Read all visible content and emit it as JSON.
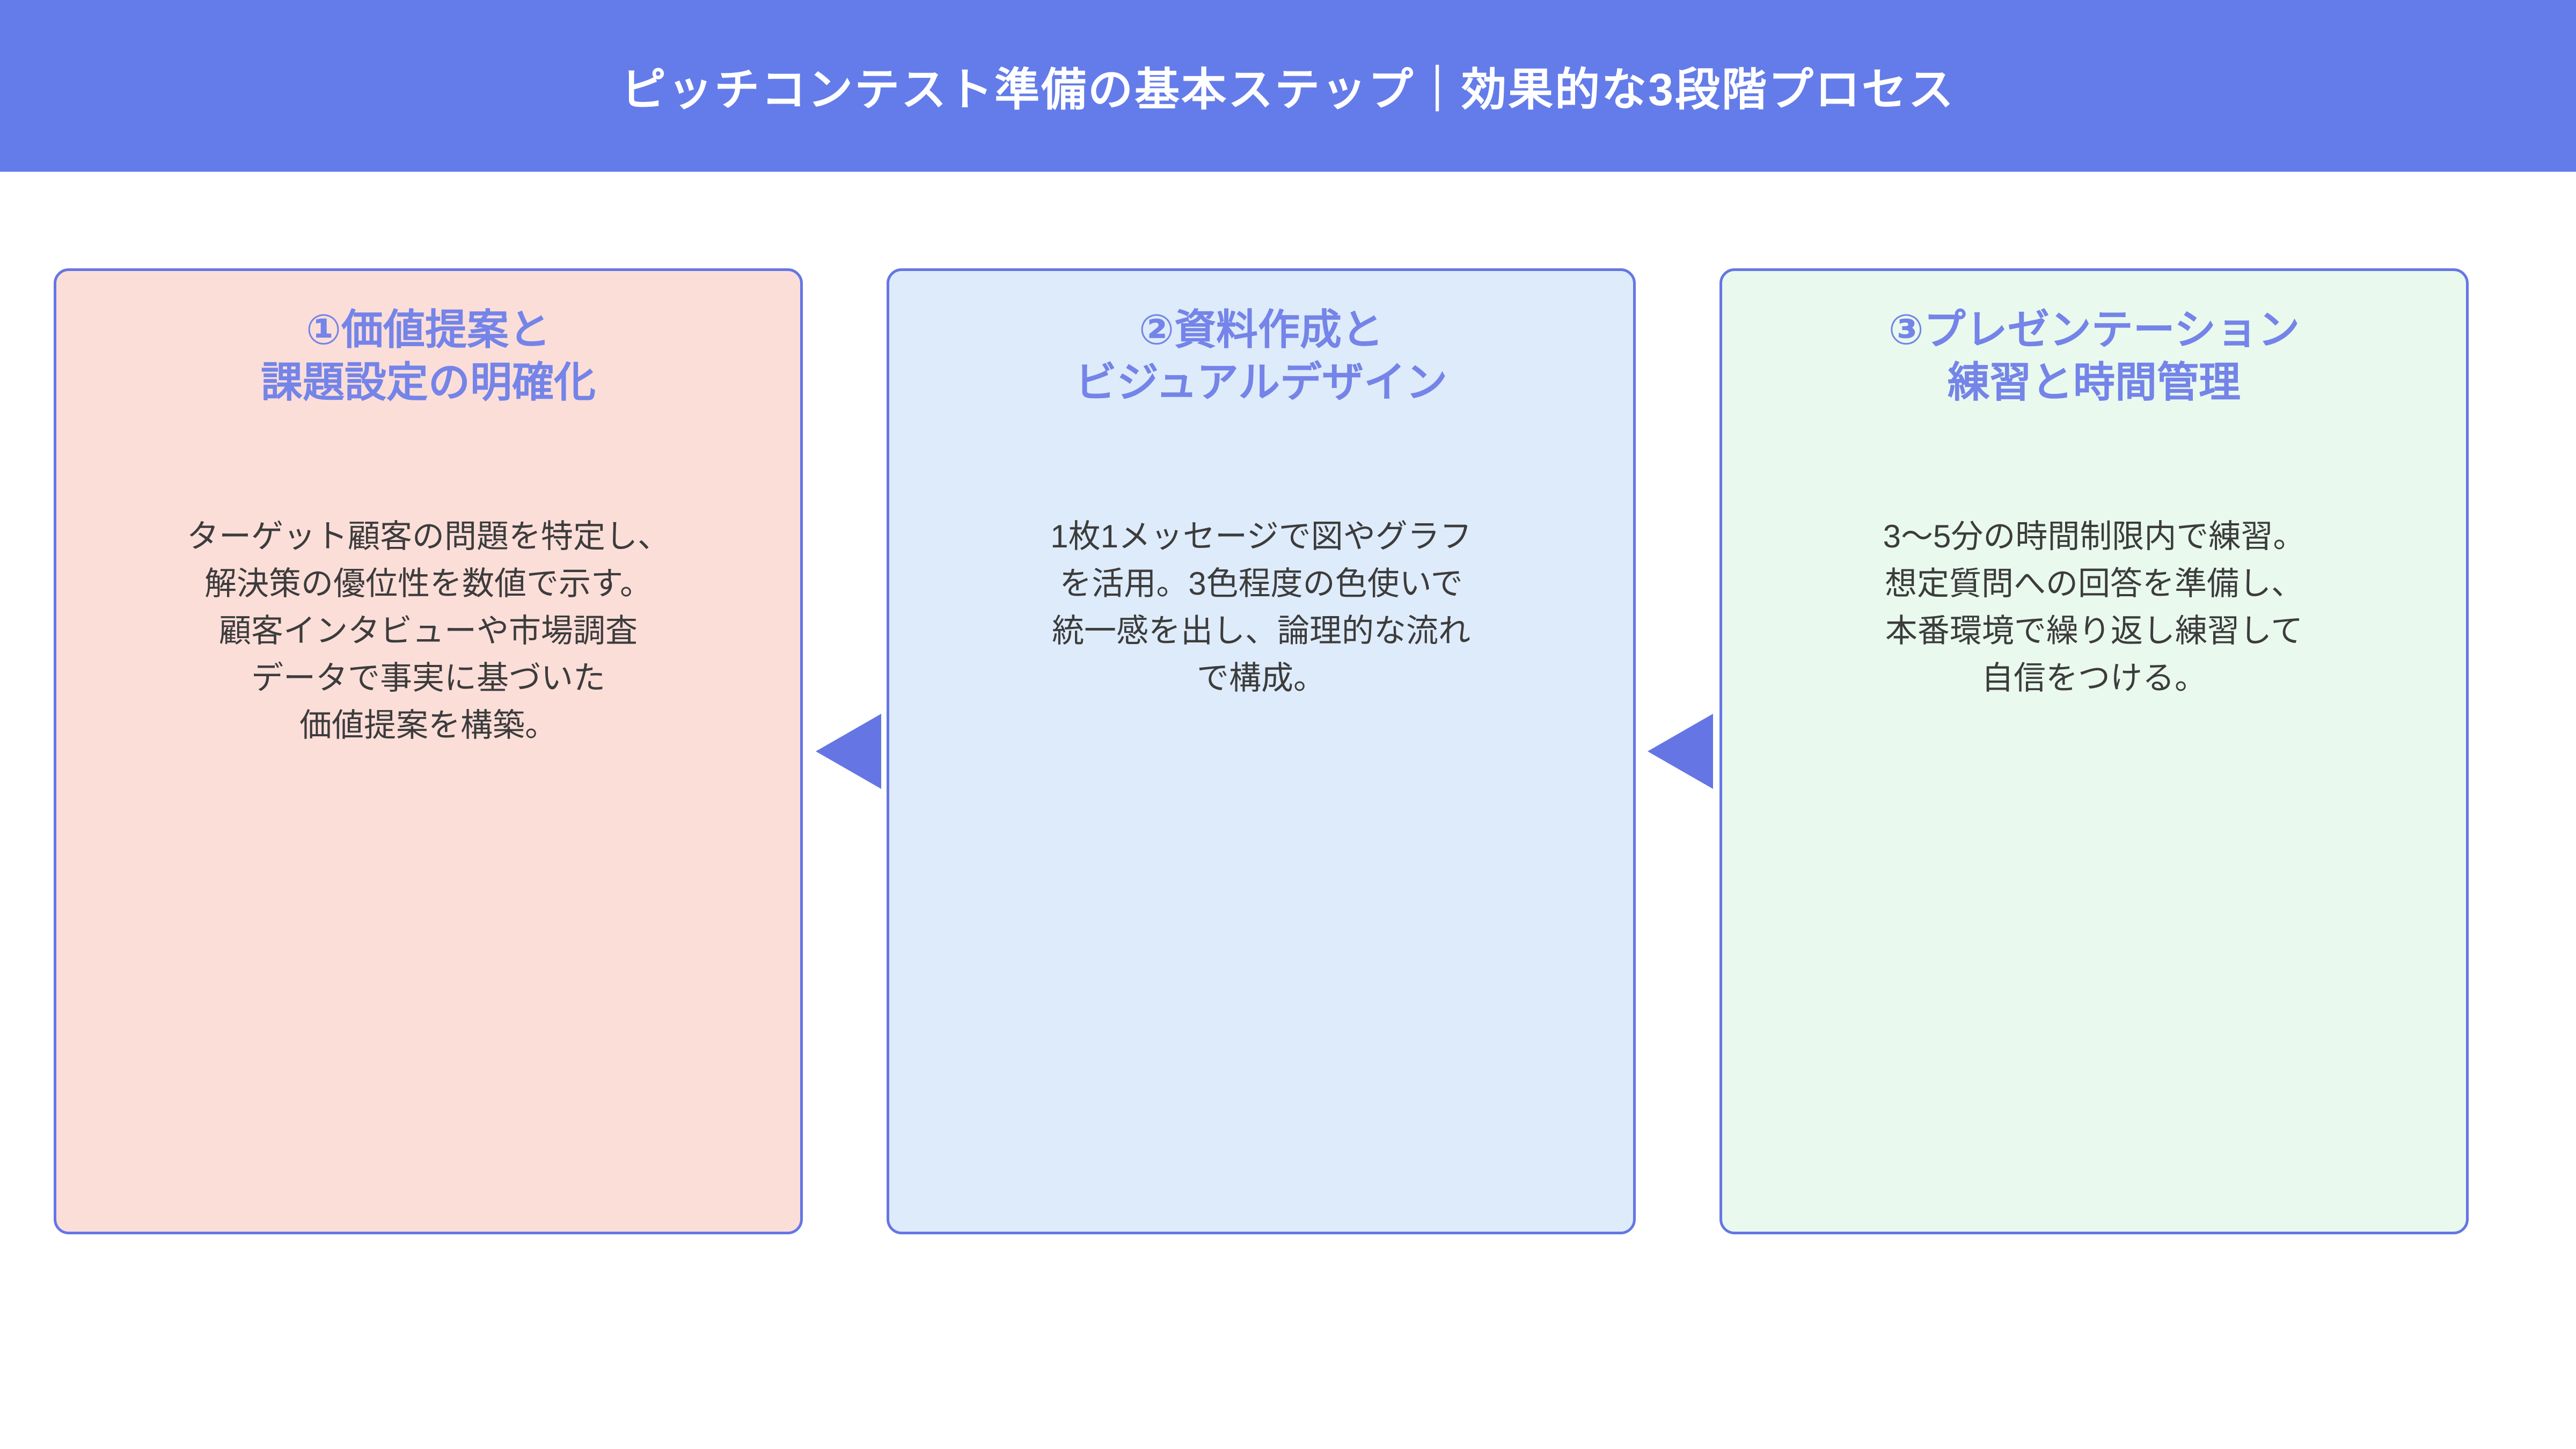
{
  "header": {
    "title": "ピッチコンテスト準備の基本ステップ｜効果的な3段階プロセス"
  },
  "steps": [
    {
      "title": "①価値提案と\n課題設定の明確化",
      "body": "ターゲット顧客の問題を特定し、\n解決策の優位性を数値で示す。\n顧客インタビューや市場調査\nデータで事実に基づいた\n価値提案を構築。",
      "bg_color": "#FCDED9"
    },
    {
      "title": "②資料作成と\nビジュアルデザイン",
      "body": "1枚1メッセージで図やグラフ\nを活用。3色程度の色使いで\n統一感を出し、論理的な流れ\nで構成。",
      "bg_color": "#DEEBFA"
    },
    {
      "title": "③プレゼンテーション\n練習と時間管理",
      "body": "3〜5分の時間制限内で練習。\n想定質問への回答を準備し、\n本番環境で繰り返し練習して\n自信をつける。",
      "bg_color": "#E9F9EE"
    }
  ],
  "arrows": [
    {
      "icon": "left-arrow",
      "direction": "left"
    },
    {
      "icon": "left-arrow",
      "direction": "left"
    }
  ],
  "colors": {
    "header_bg": "#647CE9",
    "header_text": "#FFFFFF",
    "card_border": "#6576E4",
    "card_title": "#7484E8",
    "body_text": "#3C3C3C",
    "arrow": "#6576E4"
  }
}
